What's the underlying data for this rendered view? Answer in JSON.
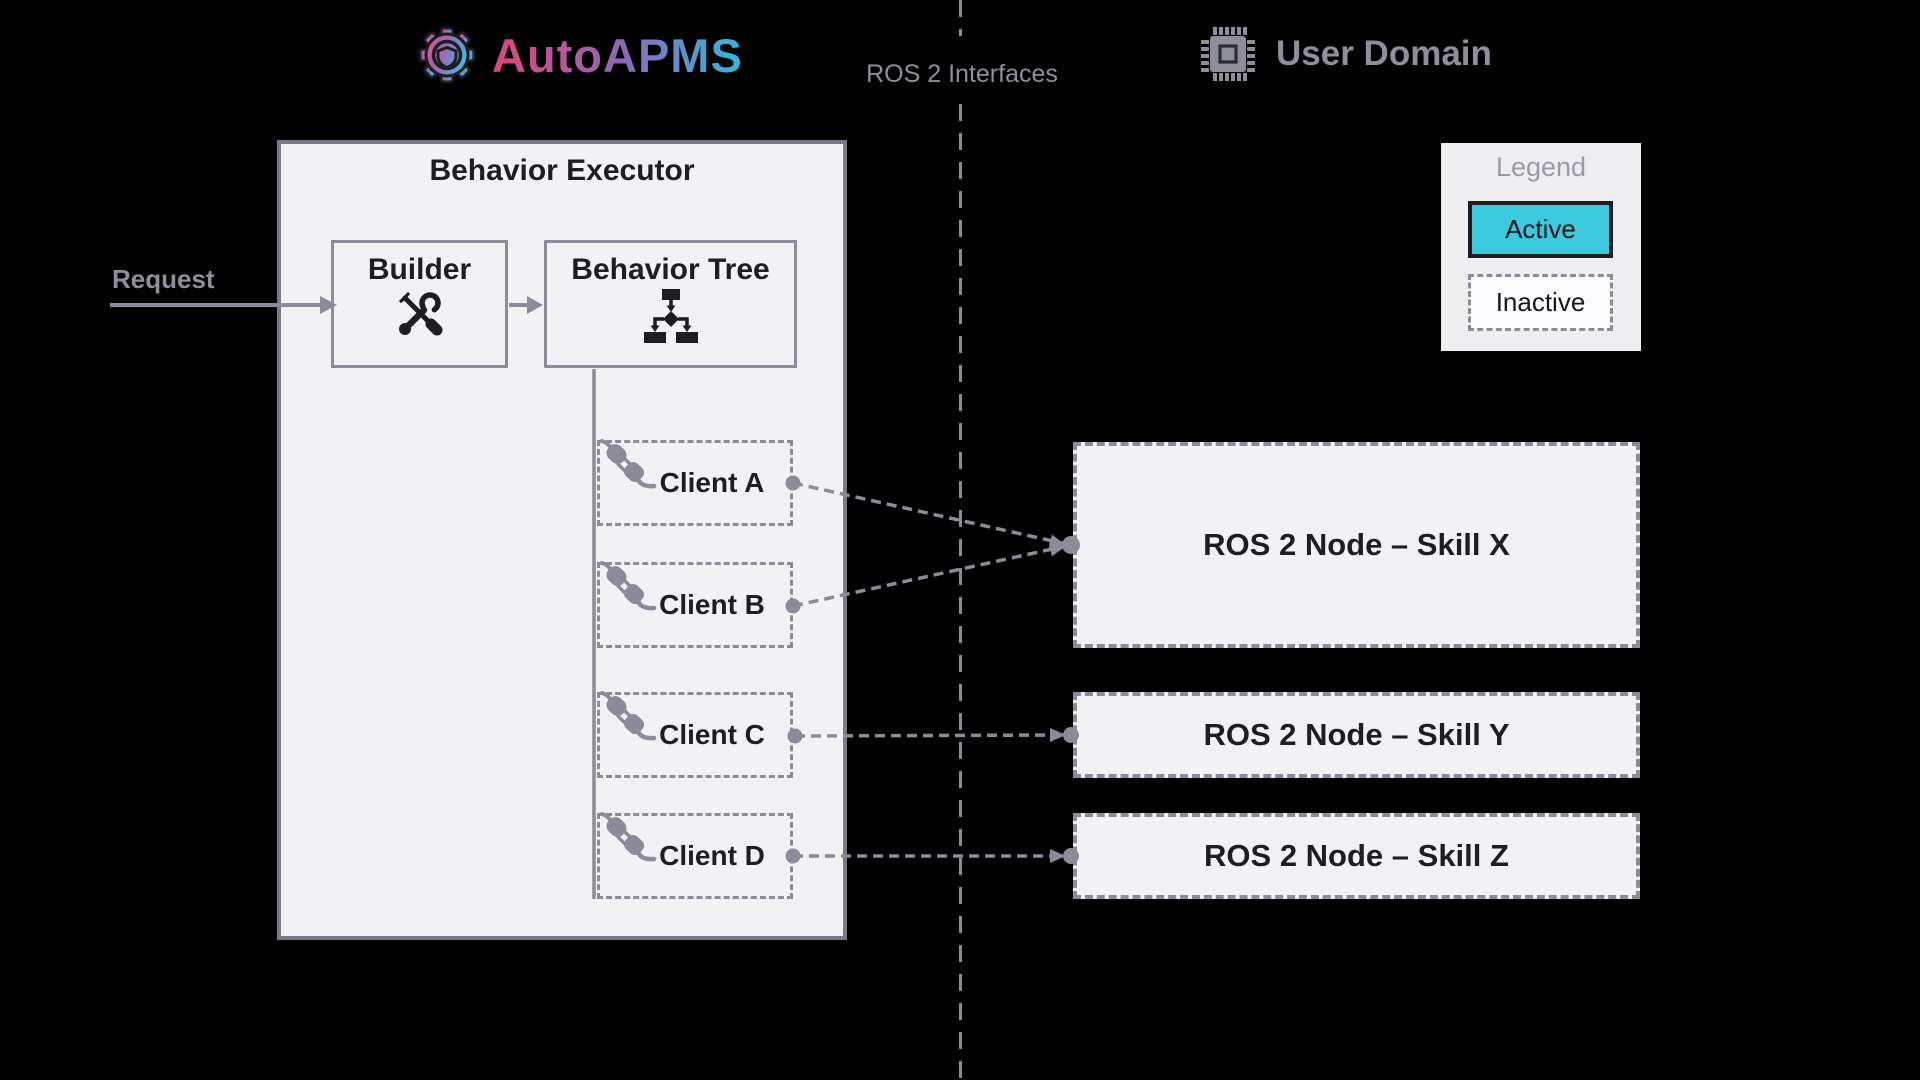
{
  "header": {
    "brand": {
      "name": "AutoAPMS",
      "logo_icon": "gear-shield-icon"
    },
    "divider_label": "ROS 2 Interfaces",
    "user_domain": {
      "label": "User Domain",
      "icon": "chip-icon"
    }
  },
  "executor": {
    "title": "Behavior Executor",
    "request_label": "Request",
    "builder": {
      "label": "Builder",
      "icon": "tools-icon"
    },
    "behavior_tree": {
      "label": "Behavior Tree",
      "icon": "tree-icon"
    },
    "clients": [
      {
        "label": "Client A",
        "icon": "plug-icon"
      },
      {
        "label": "Client B",
        "icon": "plug-icon"
      },
      {
        "label": "Client C",
        "icon": "plug-icon"
      },
      {
        "label": "Client D",
        "icon": "plug-icon"
      }
    ]
  },
  "ros_nodes": [
    {
      "label": "ROS 2 Node – Skill X"
    },
    {
      "label": "ROS 2 Node – Skill Y"
    },
    {
      "label": "ROS 2 Node – Skill Z"
    }
  ],
  "connections": [
    {
      "from": "Client A",
      "to": "ROS 2 Node – Skill X"
    },
    {
      "from": "Client B",
      "to": "ROS 2 Node – Skill X"
    },
    {
      "from": "Client C",
      "to": "ROS 2 Node – Skill Y"
    },
    {
      "from": "Client D",
      "to": "ROS 2 Node – Skill Z"
    }
  ],
  "legend": {
    "title": "Legend",
    "items": [
      {
        "label": "Active",
        "state": "active",
        "color": "#3ac9dd"
      },
      {
        "label": "Inactive",
        "state": "inactive"
      }
    ]
  },
  "colors": {
    "background": "#000000",
    "panel": "#f2f2f4",
    "border_strong": "#7b7b88",
    "border": "#8b8b99",
    "text_dark": "#1d1d22",
    "text_gray": "#8f8f9c",
    "active": "#3ac9dd",
    "brand_gradient": [
      "#e0457b",
      "#8e68b5",
      "#2fb9e0"
    ]
  }
}
